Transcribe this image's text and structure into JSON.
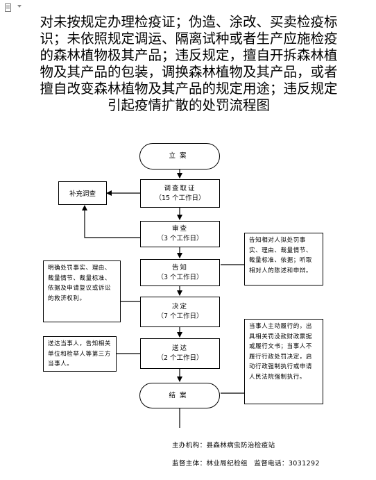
{
  "title": "对未按规定办理检疫证；伪造、涂改、买卖检疫标识；未依照规定调运、隔离试种或者生产应施检疫的森林植物极其产品；违反规定，擅自开拆森林植物及其产品的包装，调换森林植物及其产品，或者擅自改变森林植物及其产品的规定用途；违反规定引起疫情扩散的处罚流程图",
  "flow": {
    "start": "立案",
    "investigate": {
      "label": "调查取证",
      "time": "（15 个工作日）"
    },
    "supplement": "补充调查",
    "review": {
      "label": "审查",
      "time": "（3 个工作日）"
    },
    "notify": {
      "label": "告知",
      "time": "（3 个工作日）"
    },
    "decide": {
      "label": "决定",
      "time": "（7 个工作日）"
    },
    "deliver": {
      "label": "送达",
      "time": "（2 个工作日）"
    },
    "end": "结案"
  },
  "notes": {
    "notify_right": "告知相对人拟处罚事实、理由、裁量情节、裁量标准、依据；听取相对人的陈述和申辩。",
    "decide_left": "明确处罚事实、理由、裁量情节、裁量标准、依据及申请复议或诉讼的救济权利。",
    "deliver_left": "送达当事人，告知相关单位和检举人等第三方当事人。",
    "end_right": "当事人主动履行的，出具相关罚没款财政票据或履行文书；当事人不履行行政处罚决定，启动行政强制执行或申请人民法院强制执行。"
  },
  "footer": {
    "organizer": "主办机构：县森林病虫防治检疫站",
    "supervisor": "监督主体：林业局纪检组",
    "phone": "监督电话：3031292"
  }
}
